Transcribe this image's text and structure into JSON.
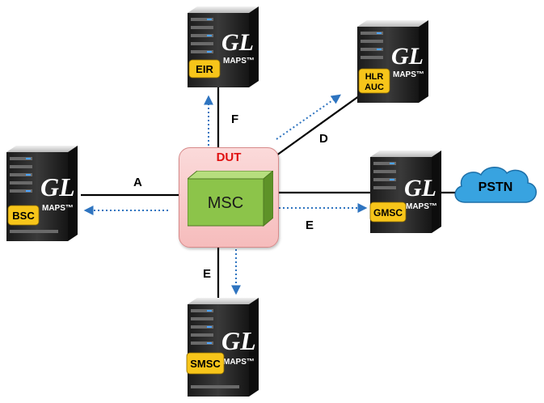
{
  "dut": {
    "title": "DUT",
    "core_label": "MSC"
  },
  "servers": {
    "eir": {
      "badge": "EIR",
      "brand": "GL",
      "product": "MAPS™"
    },
    "hlr": {
      "badge_line1": "HLR",
      "badge_line2": "AUC",
      "brand": "GL",
      "product": "MAPS™"
    },
    "bsc": {
      "badge": "BSC",
      "brand": "GL",
      "product": "MAPS™"
    },
    "gmsc": {
      "badge": "GMSC",
      "brand": "GL",
      "product": "MAPS™"
    },
    "smsc": {
      "badge": "SMSC",
      "brand": "GL",
      "product": "MAPS™"
    }
  },
  "cloud": {
    "label": "PSTN",
    "color": "#38a3e0"
  },
  "interfaces": {
    "a": "A",
    "f": "F",
    "d": "D",
    "e_right": "E",
    "e_bottom": "E"
  },
  "colors": {
    "badge": "#f7c51a",
    "arrow": "#2e74c0",
    "dut_title": "#e01010",
    "cube": "#8cc44a"
  }
}
